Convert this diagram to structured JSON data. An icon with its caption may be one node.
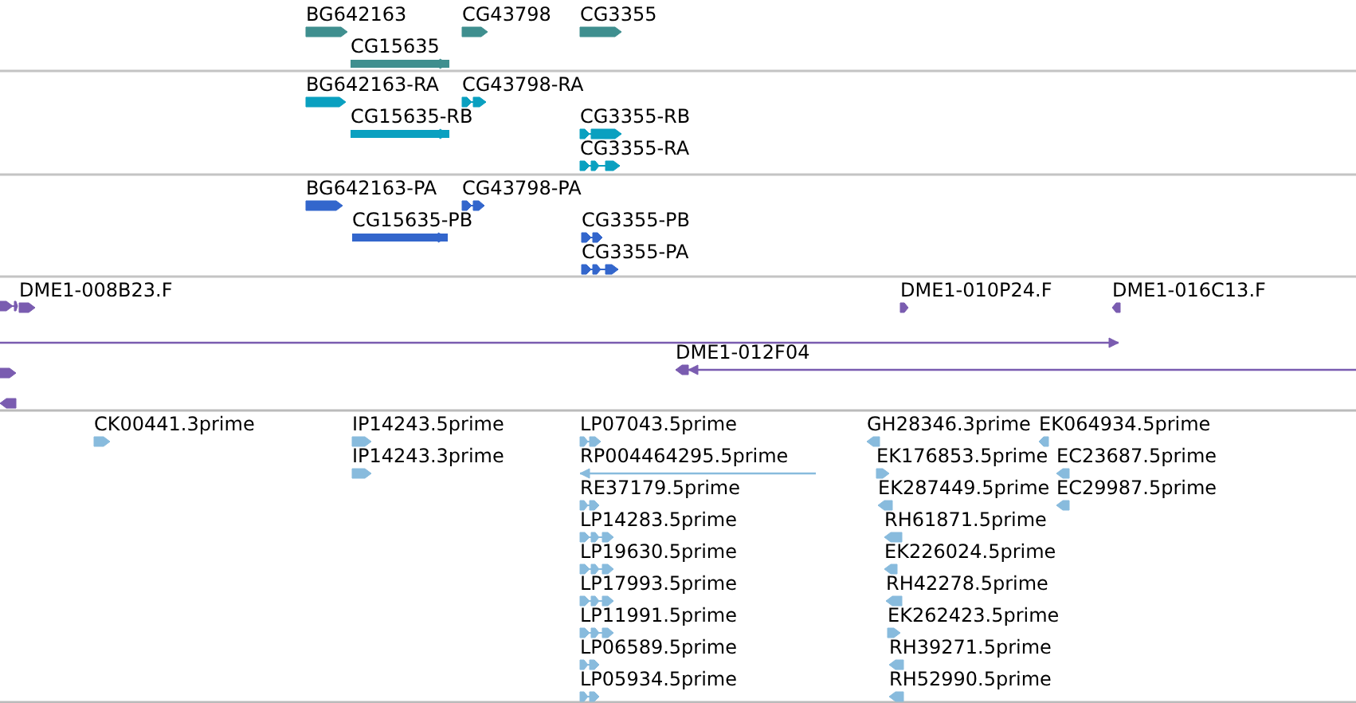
{
  "diagram": {
    "labels": [
      "BG642163",
      "CG43798",
      "CG3355",
      "CG15635",
      "BG642163-RA",
      "CG43798-RA",
      "CG15635-RB",
      "CG3355-RB",
      "CG3355-RA",
      "BG642163-PA",
      "CG43798-PA",
      "CG15635-PB",
      "CG3355-PB",
      "CG3355-PA",
      "DME1-008B23.F",
      "DME1-010P24.F",
      "DME1-016C13.F",
      "DME1-012F04",
      "CK00441.3prime",
      "IP14243.5prime",
      "LP07043.5prime",
      "GH28346.3prime",
      "EK064934.5prime",
      "IP14243.3prime",
      "RP004464295.5prime",
      "EK176853.5prime",
      "EC23687.5prime",
      "RE37179.5prime",
      "EK287449.5prime",
      "EC29987.5prime",
      "LP14283.5prime",
      "RH61871.5prime",
      "LP19630.5prime",
      "EK226024.5prime",
      "LP17993.5prime",
      "RH42278.5prime",
      "LP11991.5prime",
      "EK262423.5prime",
      "LP06589.5prime",
      "RH39271.5prime",
      "LP05934.5prime",
      "RH52990.5prime"
    ]
  }
}
